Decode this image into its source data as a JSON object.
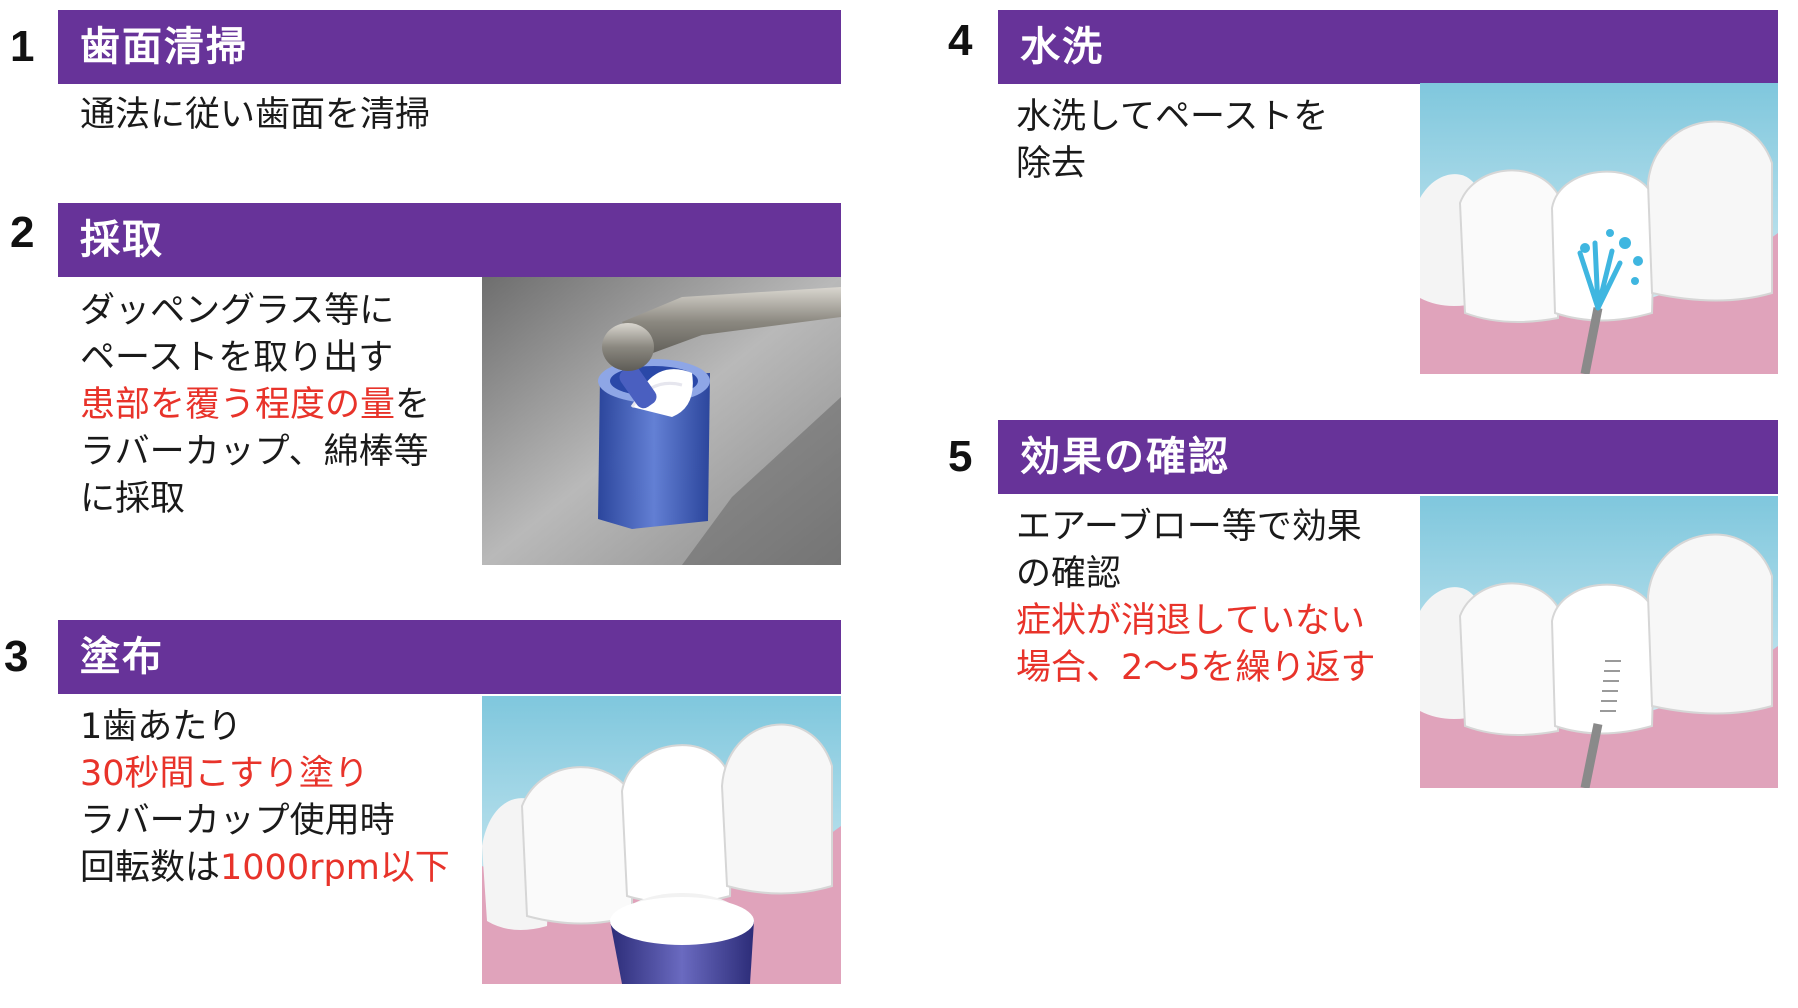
{
  "steps": [
    {
      "number": "1",
      "title": "歯面清掃",
      "lines": [
        {
          "parts": [
            {
              "t": "通法に従い歯面を清掃",
              "red": false
            }
          ]
        }
      ]
    },
    {
      "number": "2",
      "title": "採取",
      "lines": [
        {
          "parts": [
            {
              "t": "ダッペングラス等に",
              "red": false
            }
          ]
        },
        {
          "parts": [
            {
              "t": "ペーストを取り出す",
              "red": false
            }
          ]
        },
        {
          "parts": [
            {
              "t": "患部を覆う程度の量",
              "red": true
            },
            {
              "t": "を",
              "red": false
            }
          ]
        },
        {
          "parts": [
            {
              "t": "ラバーカップ、綿棒等",
              "red": false
            }
          ]
        },
        {
          "parts": [
            {
              "t": "に採取",
              "red": false
            }
          ]
        }
      ],
      "image_icon": "dappen-glass-illustration"
    },
    {
      "number": "3",
      "title": "塗布",
      "lines": [
        {
          "parts": [
            {
              "t": "1歯あたり",
              "red": false
            }
          ]
        },
        {
          "parts": [
            {
              "t": "30秒間こすり塗り",
              "red": true
            }
          ]
        },
        {
          "parts": [
            {
              "t": "ラバーカップ使用時",
              "red": false
            }
          ]
        },
        {
          "parts": [
            {
              "t": "回転数は",
              "red": false
            },
            {
              "t": "1000rpm以下",
              "red": true
            }
          ]
        }
      ],
      "image_icon": "rubber-cup-on-tooth-illustration"
    },
    {
      "number": "4",
      "title": "水洗",
      "lines": [
        {
          "parts": [
            {
              "t": "水洗してペーストを",
              "red": false
            }
          ]
        },
        {
          "parts": [
            {
              "t": "除去",
              "red": false
            }
          ]
        }
      ],
      "image_icon": "water-rinse-tooth-illustration"
    },
    {
      "number": "5",
      "title": "効果の確認",
      "lines": [
        {
          "parts": [
            {
              "t": "エアーブロー等で効果",
              "red": false
            }
          ]
        },
        {
          "parts": [
            {
              "t": "の確認",
              "red": false
            }
          ]
        },
        {
          "parts": [
            {
              "t": "症状が消退していない",
              "red": true
            }
          ]
        },
        {
          "parts": [
            {
              "t": "場合、2～5を繰り返す",
              "red": true
            }
          ]
        }
      ],
      "image_icon": "air-blow-tooth-illustration"
    }
  ],
  "colors": {
    "bar": "#673399",
    "highlight": "#e8332a",
    "gum": "#e0a3bb",
    "sky": "#b7e0ee"
  }
}
